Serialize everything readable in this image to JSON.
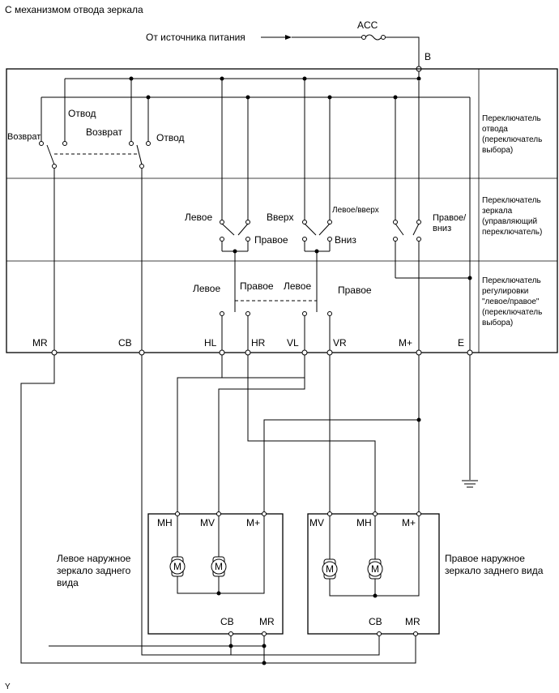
{
  "header": {
    "title": "С механизмом отвода зеркала",
    "footer_mark": "Y"
  },
  "power": {
    "source_label": "От источника питания",
    "fuse_label": "ACC",
    "b_terminal": "B"
  },
  "switch_sections": {
    "retract": "Переключатель отвода (переключатель выбора)",
    "mirror": "Переключатель зеркала (управляющий переключатель)",
    "select": "Переключатель регулировки \"левое/правое\" (переключатель выбора)"
  },
  "retract_switch": {
    "left_return": "Возврат",
    "left_retract": "Отвод",
    "right_return": "Возврат",
    "right_retract": "Отвод"
  },
  "mirror_switch": {
    "left": "Левое",
    "right": "Правое",
    "up": "Вверх",
    "down": "Вниз",
    "left_up": "Левое/вверх",
    "right_down_1": "Правое/",
    "right_down_2": "вниз"
  },
  "select_switch": {
    "left_1": "Левое",
    "right_1": "Правое",
    "left_2": "Левое",
    "right_2": "Правое"
  },
  "connector": {
    "mr": "MR",
    "cb": "CB",
    "hl": "HL",
    "hr": "HR",
    "vl": "VL",
    "vr": "VR",
    "mplus": "M+",
    "e": "E"
  },
  "left_mirror": {
    "caption_1": "Левое наружное",
    "caption_2": "зеркало заднего",
    "caption_3": "вида",
    "mh": "MH",
    "mv": "MV",
    "mplus": "M+",
    "cb": "CB",
    "mr": "MR"
  },
  "right_mirror": {
    "caption_1": "Правое наружное",
    "caption_2": "зеркало заднего вида",
    "mv": "MV",
    "mh": "MH",
    "mplus": "M+",
    "cb": "CB",
    "mr": "MR"
  },
  "motor_letter": "M"
}
